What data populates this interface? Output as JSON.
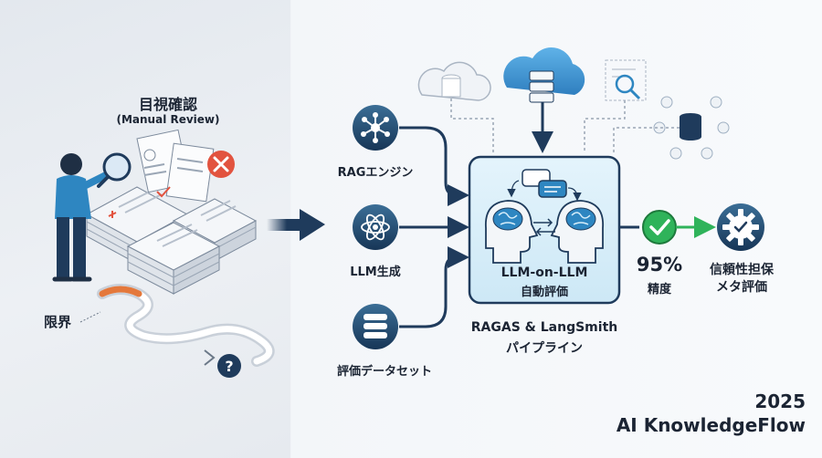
{
  "left": {
    "title": "目視確認",
    "subtitle": "(Manual Review)",
    "limit": "限界"
  },
  "inputs": [
    {
      "label": "RAGエンジン",
      "icon": "network-hub-icon"
    },
    {
      "label": "LLM生成",
      "icon": "atom-icon"
    },
    {
      "label": "評価データセット",
      "icon": "database-icon"
    }
  ],
  "evaluator": {
    "line1": "LLM-on-LLM",
    "line2": "自動評価",
    "pipeline1": "RAGAS & LangSmith",
    "pipeline2": "パイプライン"
  },
  "result": {
    "value": "95%",
    "label": "精度"
  },
  "output": {
    "line1": "信頼性担保",
    "line2": "メタ評価"
  },
  "footer": {
    "year": "2025",
    "brand": "AI KnowledgeFlow"
  },
  "colors": {
    "navy": "#1f3b5c",
    "accent_blue": "#2e86c1",
    "success_green": "#2fb35a",
    "error_red": "#e2533f",
    "panel_fill": "#d8eefa"
  }
}
